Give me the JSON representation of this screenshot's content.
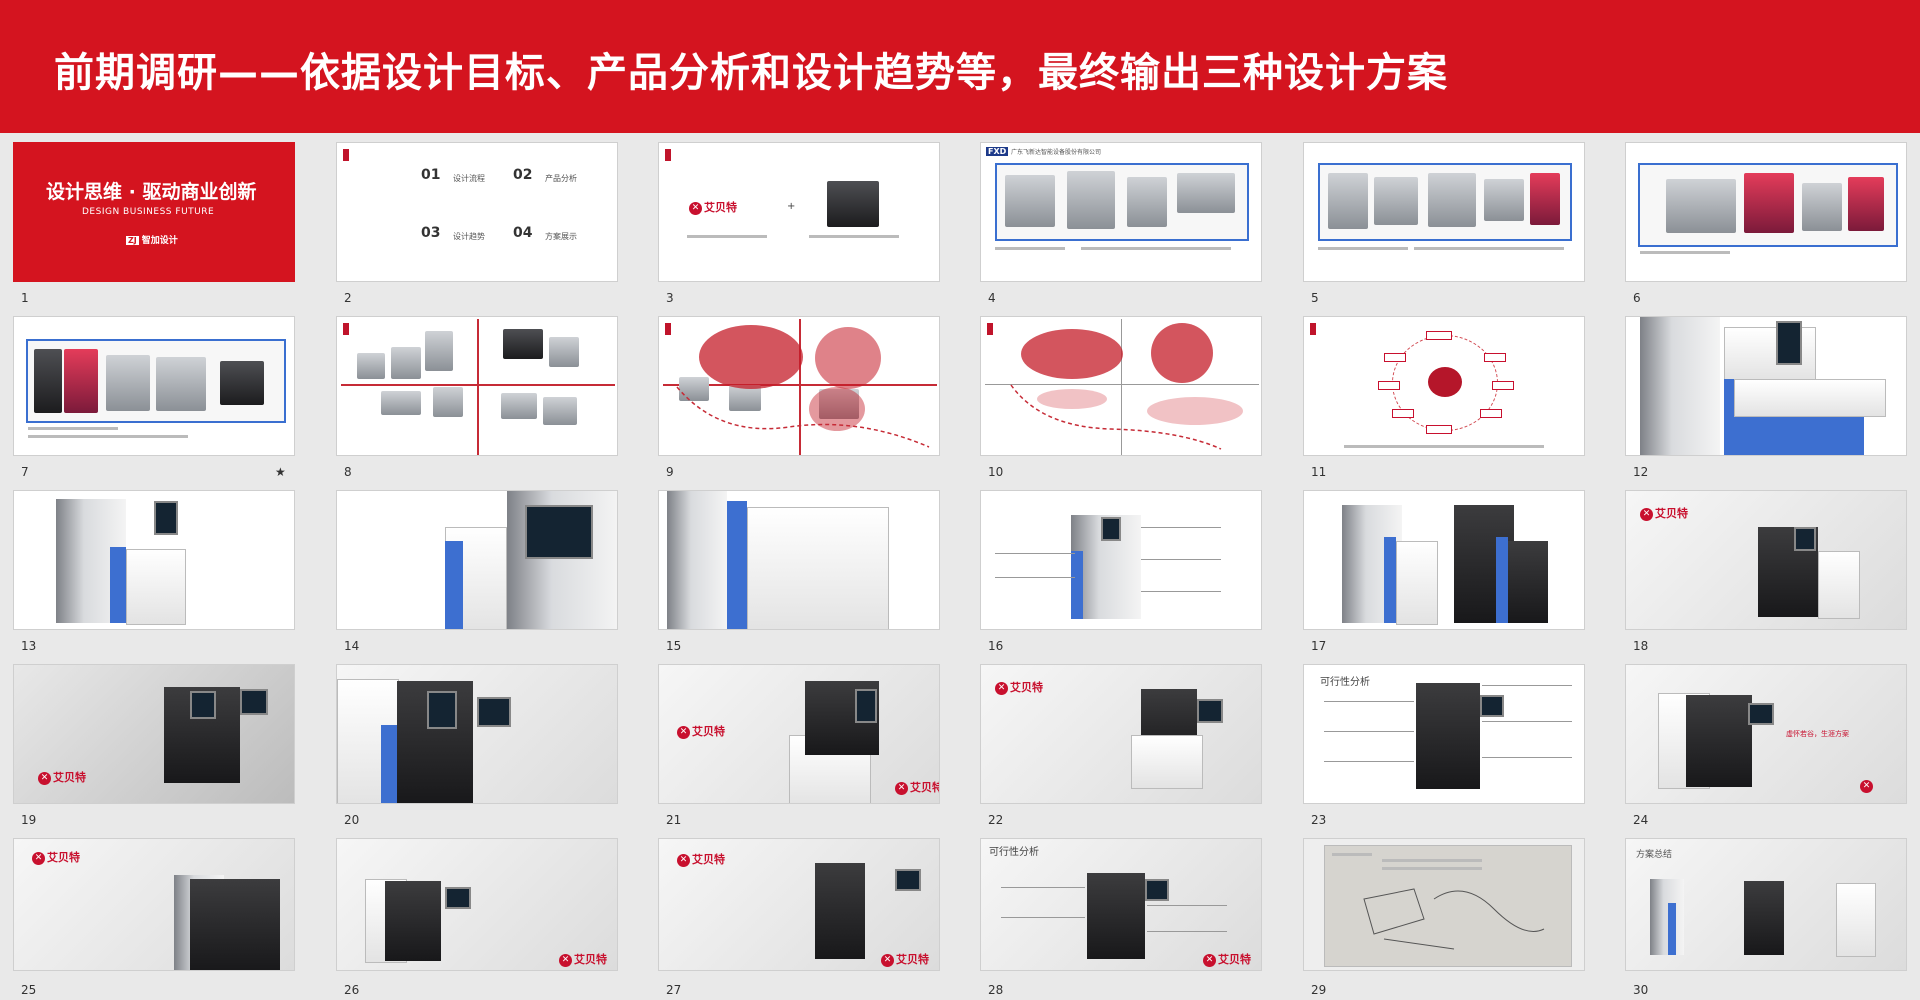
{
  "header": {
    "title": "前期调研——依据设计目标、产品分析和设计趋势等，最终输出三种设计方案",
    "bg_color": "#d4141f"
  },
  "slides": [
    {
      "num": "1"
    },
    {
      "num": "2"
    },
    {
      "num": "3"
    },
    {
      "num": "4"
    },
    {
      "num": "5"
    },
    {
      "num": "6"
    },
    {
      "num": "7"
    },
    {
      "num": "8"
    },
    {
      "num": "9"
    },
    {
      "num": "10"
    },
    {
      "num": "11"
    },
    {
      "num": "12"
    },
    {
      "num": "13"
    },
    {
      "num": "14"
    },
    {
      "num": "15"
    },
    {
      "num": "16"
    },
    {
      "num": "17"
    },
    {
      "num": "18"
    },
    {
      "num": "19"
    },
    {
      "num": "20"
    },
    {
      "num": "21"
    },
    {
      "num": "22"
    },
    {
      "num": "23"
    },
    {
      "num": "24"
    },
    {
      "num": "25"
    },
    {
      "num": "26"
    },
    {
      "num": "27"
    },
    {
      "num": "28"
    },
    {
      "num": "29"
    },
    {
      "num": "30"
    }
  ],
  "slide1": {
    "title": "设计思维 · 驱动商业创新",
    "subtitle": "DESIGN BUSINESS FUTURE",
    "logo": "智加设计"
  },
  "slide2": {
    "items": [
      {
        "n": "01",
        "label": "设计流程"
      },
      {
        "n": "02",
        "label": "产品分析"
      },
      {
        "n": "03",
        "label": "设计趋势"
      },
      {
        "n": "04",
        "label": "方案展示"
      }
    ]
  },
  "slide3": {
    "brand": "艾贝特"
  },
  "slide4": {
    "brand": "FXD",
    "company": "广东飞新达智能设备股份有限公司"
  },
  "slide23": {
    "title": "可行性分析"
  },
  "slide24": {
    "caption": "虚怀若谷，生涯方案"
  },
  "slide28": {
    "title": "可行性分析"
  },
  "slide30": {
    "title": "方案总结"
  },
  "brand_logo": "艾贝特",
  "star_marker": "★"
}
